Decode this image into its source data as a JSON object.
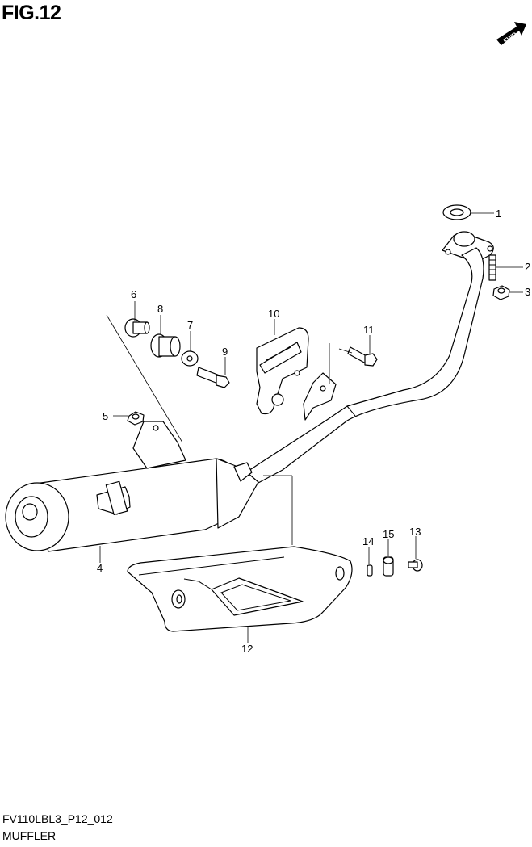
{
  "figure": {
    "title": "FIG.12"
  },
  "fwd_badge": {
    "label": "FWD"
  },
  "callouts": [
    "1",
    "2",
    "3",
    "4",
    "5",
    "6",
    "7",
    "8",
    "9",
    "10",
    "11",
    "12",
    "13",
    "14",
    "15"
  ],
  "footer": {
    "code": "FV110LBL3_P12_012",
    "section": "MUFFLER"
  }
}
